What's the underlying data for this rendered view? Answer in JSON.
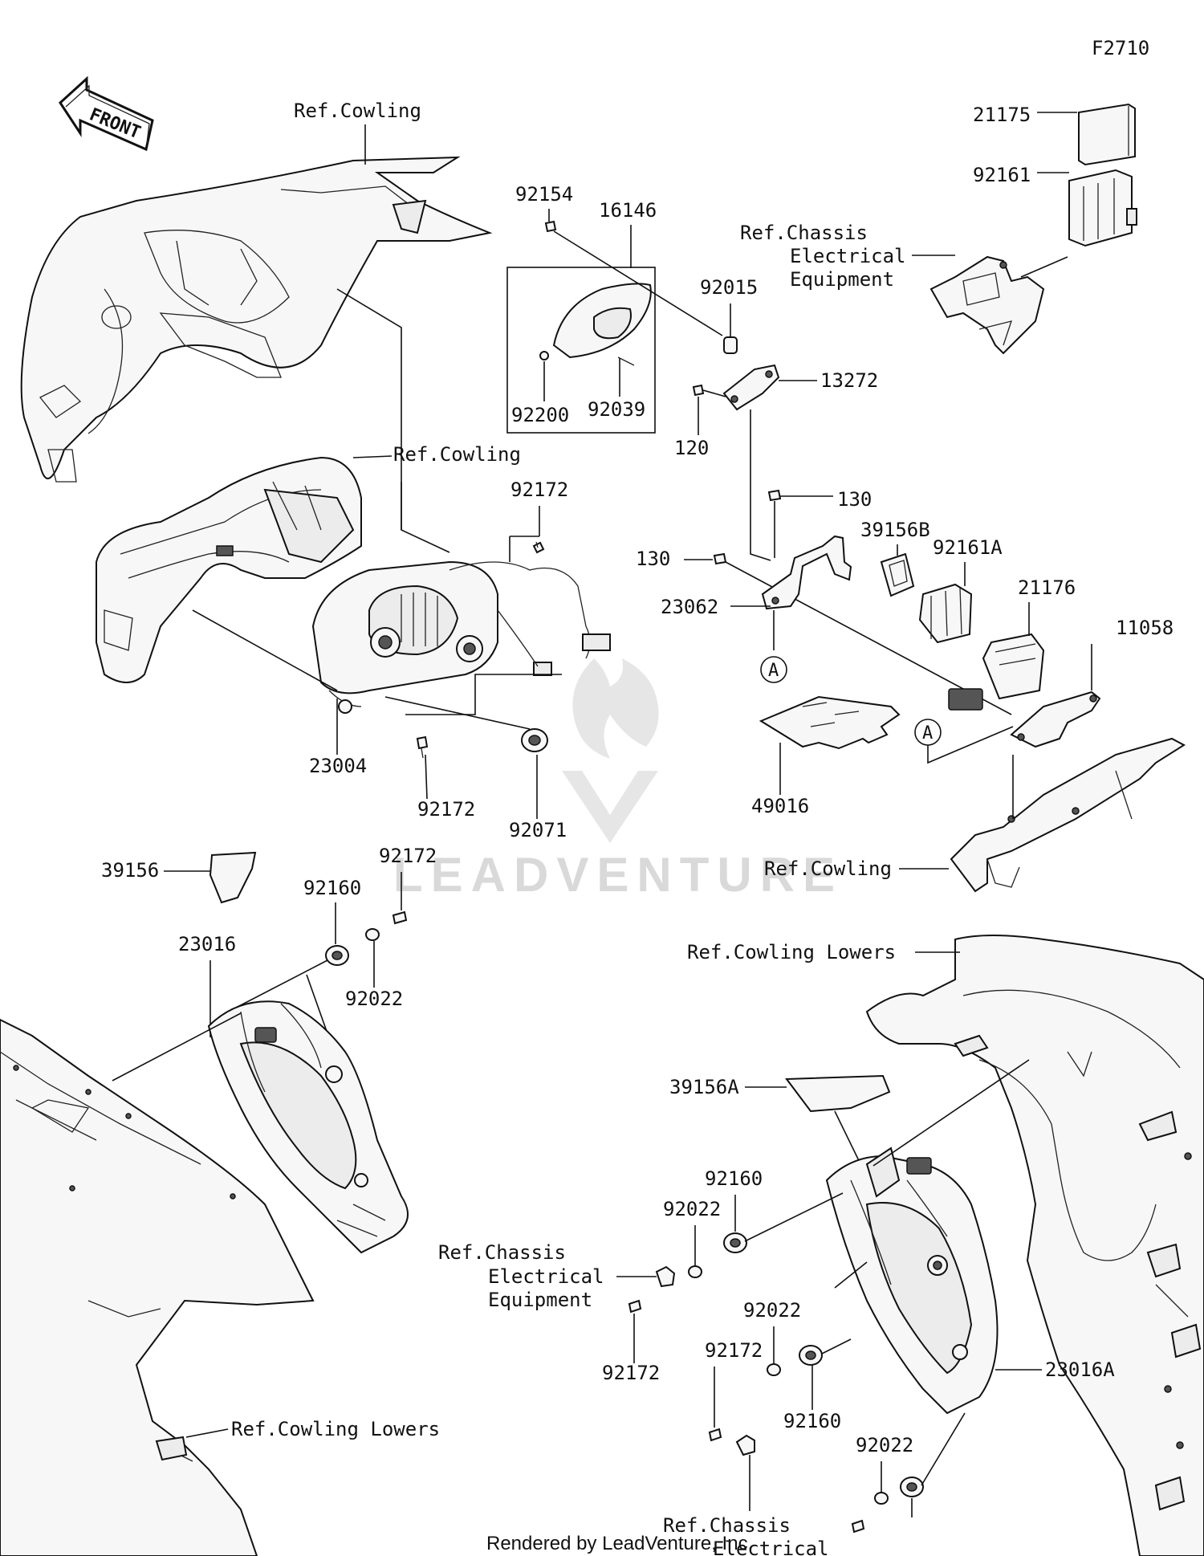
{
  "figure_code": "F2710",
  "front_label": "FRONT",
  "watermark": "LEADVENTURE",
  "footer": "Rendered by LeadVenture, Inc.",
  "callout_a": "A",
  "labels": {
    "ref_cowling": "Ref.Cowling",
    "ref_cowling_lowers": "Ref.Cowling Lowers",
    "ref_chassis_line1": "Ref.Chassis",
    "ref_chassis_line2": "Electrical",
    "ref_chassis_line3": "Equipment"
  },
  "parts": {
    "p21175": "21175",
    "p92161": "92161",
    "p92154": "92154",
    "p16146": "16146",
    "p92015": "92015",
    "p13272": "13272",
    "p92200": "92200",
    "p92039": "92039",
    "p120": "120",
    "p130": "130",
    "p39156B": "39156B",
    "p92161A": "92161A",
    "p21176": "21176",
    "p23062": "23062",
    "p11058": "11058",
    "p92172": "92172",
    "p23004": "23004",
    "p92071": "92071",
    "p49016": "49016",
    "p39156": "39156",
    "p92160": "92160",
    "p23016": "23016",
    "p92022": "92022",
    "p39156A": "39156A",
    "p23016A": "23016A"
  }
}
